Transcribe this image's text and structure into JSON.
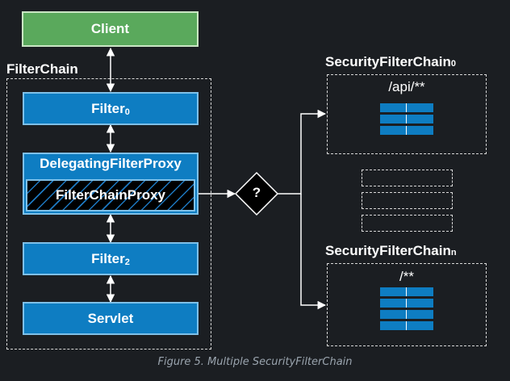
{
  "client": {
    "label": "Client"
  },
  "filter_chain": {
    "title": "FilterChain",
    "filter0": {
      "label": "Filter",
      "sub": "0"
    },
    "delegating": {
      "label": "DelegatingFilterProxy"
    },
    "proxy": {
      "label": "FilterChainProxy"
    },
    "filter2": {
      "label": "Filter",
      "sub": "2"
    },
    "servlet": {
      "label": "Servlet"
    }
  },
  "decision": {
    "label": "?"
  },
  "security_chain_0": {
    "title": "SecurityFilterChain",
    "sub": "0",
    "pattern": "/api/**"
  },
  "security_chain_n": {
    "title": "SecurityFilterChain",
    "sub": "n",
    "pattern": "/**"
  },
  "caption": "Figure 5. Multiple SecurityFilterChain",
  "colors": {
    "background": "#1b1e22",
    "client": "#5aa95c",
    "filter": "#0e7dc2",
    "arrow": "#ffffff"
  }
}
